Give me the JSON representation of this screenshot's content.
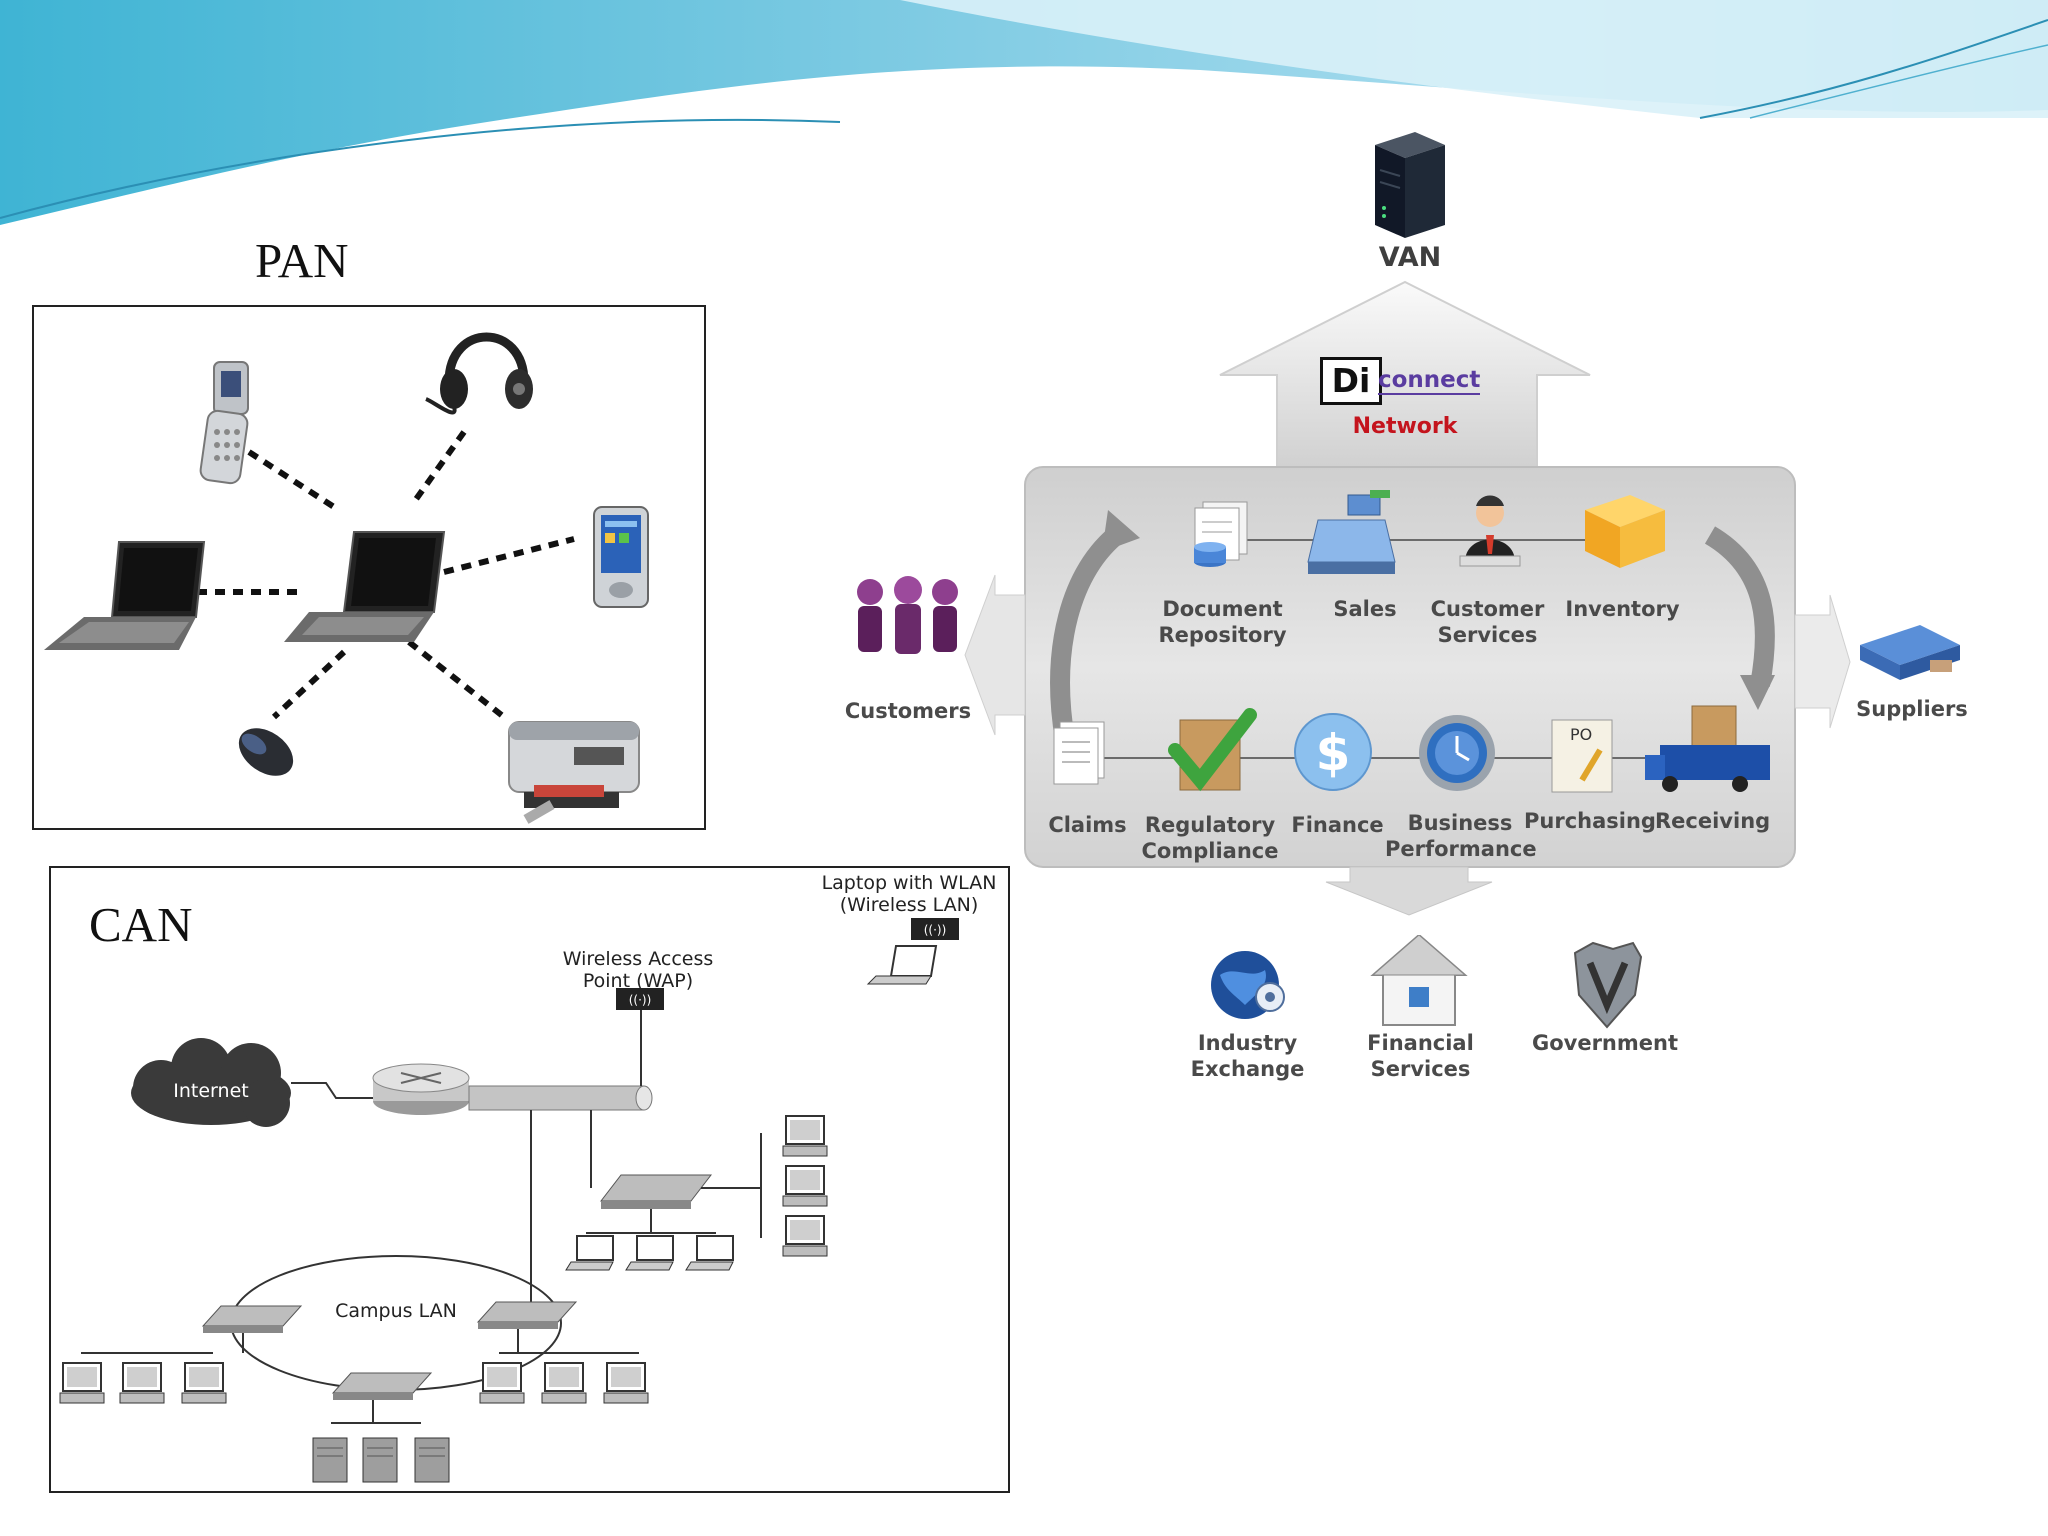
{
  "pan": {
    "title": "PAN"
  },
  "can": {
    "title": "CAN",
    "laptop_wlan_label": "Laptop with WLAN\n(Wireless LAN)",
    "wap_label": "Wireless Access\nPoint (WAP)",
    "wap_badge": "((·))",
    "internet_label": "Internet",
    "campus_label": "Campus LAN"
  },
  "van": {
    "title": "VAN",
    "logo_di": "Di",
    "logo_connect": "connect",
    "network": "Network",
    "left_entity": "Customers",
    "right_entity": "Suppliers",
    "top_row": [
      "Document\nRepository",
      "Sales",
      "Customer\nServices",
      "Inventory"
    ],
    "bottom_row": [
      "Claims",
      "Regulatory\nCompliance",
      "Finance",
      "Business\nPerformance",
      "Purchasing",
      "Receiving"
    ],
    "purchasing_icon_text": "PO",
    "finance_icon_text": "$",
    "outputs": [
      "Industry\nExchange",
      "Financial\nServices",
      "Government"
    ]
  },
  "colors": {
    "banner_light": "#bfe9f2",
    "banner_mid": "#7dcbe2",
    "banner_dark": "#3fa9c9",
    "van_panel": "#d8d8d8",
    "network_red": "#c4141d",
    "connect_purple": "#5a3ca0"
  }
}
